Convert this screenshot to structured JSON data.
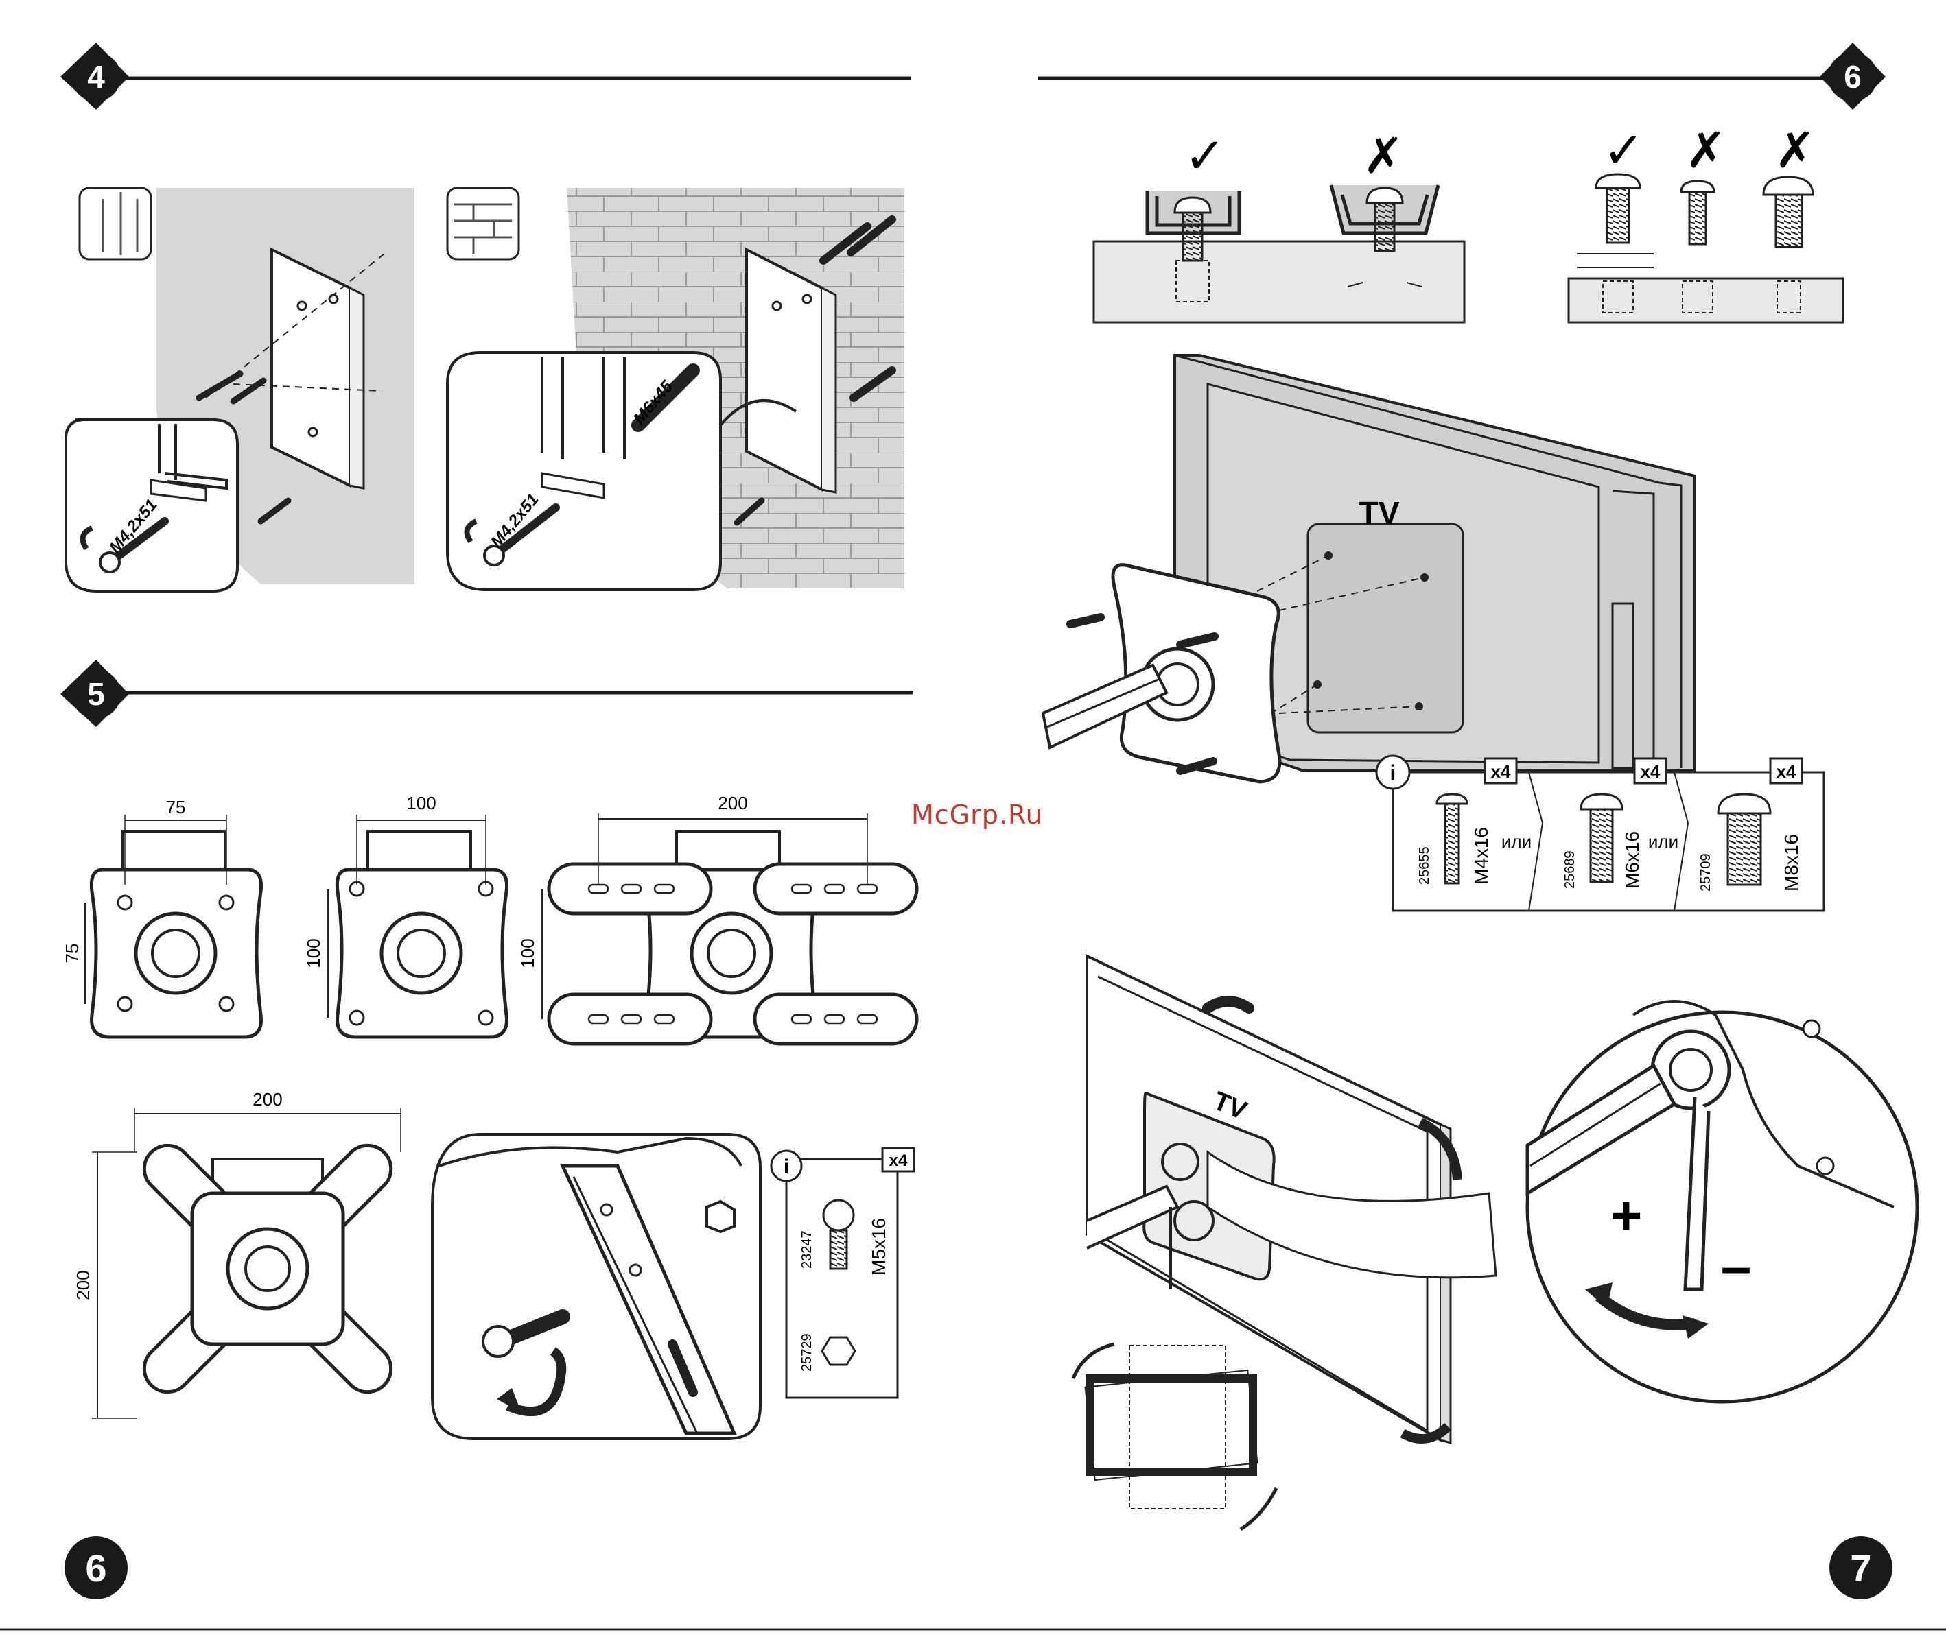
{
  "colors": {
    "ink": "#1a1a1a",
    "wall": "#d7d7d7",
    "tv": "#cfcfcf",
    "watermark": "#c0392b"
  },
  "steps": {
    "s4": "4",
    "s5": "5",
    "s6": "6"
  },
  "page_numbers": {
    "left": "6",
    "right": "7"
  },
  "watermark": "McGrp.Ru",
  "step4": {
    "screw_wood": "M4,2x51",
    "screw_brick": "M4,2x51",
    "anchor": "M6x45",
    "icons": [
      "wood-wall-icon",
      "brick-wall-icon"
    ]
  },
  "step5": {
    "dim_75_w": "75",
    "dim_75_h": "75",
    "dim_100_w": "100",
    "dim_100_h": "100",
    "dim_200_w": "200",
    "dim_200_h": "100",
    "dim_200x200_w": "200",
    "dim_200x200_h": "200",
    "info": {
      "badge": "i",
      "qty": "x4",
      "bolt_code": "23247",
      "bolt_size": "M5x16",
      "nut_code": "25729"
    }
  },
  "step6": {
    "marks": {
      "ok": "✓",
      "bad": "✗"
    },
    "tv_label": "TV",
    "tv_label_2": "TV",
    "info": {
      "badge": "i",
      "qty": "x4",
      "or": "или",
      "screws": [
        {
          "code": "25655",
          "size": "M4x16"
        },
        {
          "code": "25689",
          "size": "M6x16"
        },
        {
          "code": "25709",
          "size": "M8x16"
        }
      ]
    },
    "plus": "+",
    "minus": "–"
  }
}
